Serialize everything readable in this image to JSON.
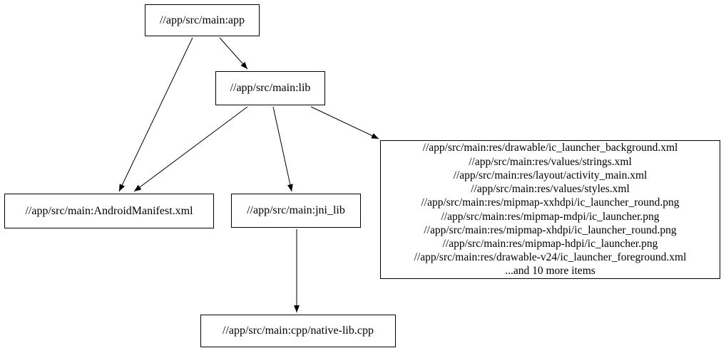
{
  "graph": {
    "background_color": "#ffffff",
    "node_border_color": "#000000",
    "text_color": "#000000",
    "nodes": {
      "app": {
        "label": "//app/src/main:app"
      },
      "lib": {
        "label": "//app/src/main:lib"
      },
      "manifest": {
        "label": "//app/src/main:AndroidManifest.xml"
      },
      "jni_lib": {
        "label": "//app/src/main:jni_lib"
      },
      "res_fileset": {
        "lines": [
          "//app/src/main:res/drawable/ic_launcher_background.xml",
          "//app/src/main:res/values/strings.xml",
          "//app/src/main:res/layout/activity_main.xml",
          "//app/src/main:res/values/styles.xml",
          "//app/src/main:res/mipmap-xxhdpi/ic_launcher_round.png",
          "//app/src/main:res/mipmap-mdpi/ic_launcher.png",
          "//app/src/main:res/mipmap-xhdpi/ic_launcher_round.png",
          "//app/src/main:res/mipmap-hdpi/ic_launcher.png",
          "//app/src/main:res/drawable-v24/ic_launcher_foreground.xml",
          "...and 10 more items"
        ]
      },
      "native_lib_cpp": {
        "label": "//app/src/main:cpp/native-lib.cpp"
      }
    },
    "edges": [
      {
        "from": "app",
        "to": "manifest"
      },
      {
        "from": "app",
        "to": "lib"
      },
      {
        "from": "lib",
        "to": "manifest"
      },
      {
        "from": "lib",
        "to": "jni_lib"
      },
      {
        "from": "lib",
        "to": "res_fileset"
      },
      {
        "from": "jni_lib",
        "to": "native_lib_cpp"
      }
    ]
  }
}
